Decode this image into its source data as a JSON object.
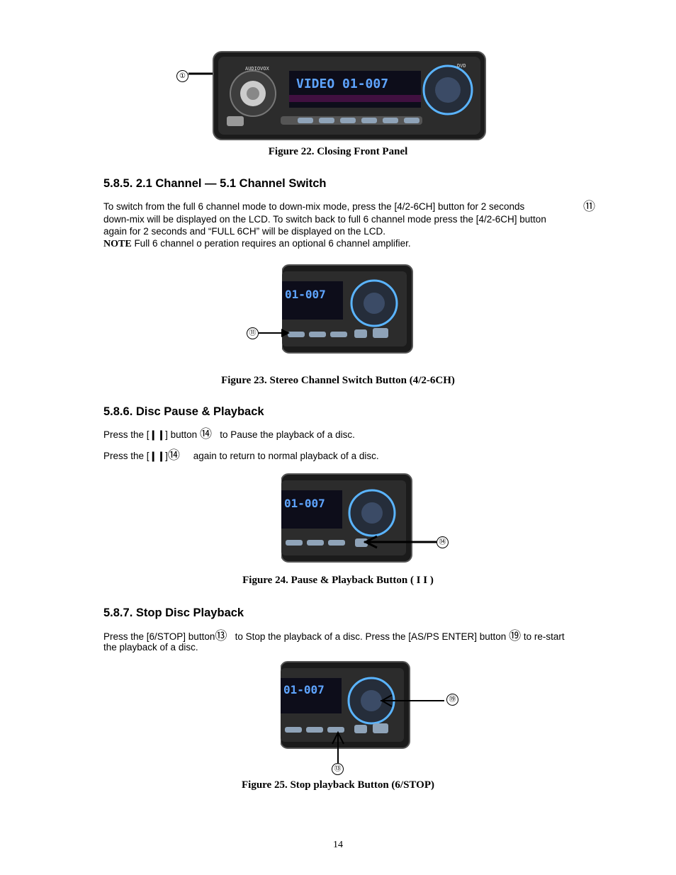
{
  "figures": {
    "fig22": {
      "caption": "Figure 22. Closing Front Panel",
      "callout": "①",
      "brand": "AUDIOVOX",
      "lcd_text": "VIDEO 01-007",
      "dvd_badge": "DVD"
    },
    "fig23": {
      "caption": "Figure 23. Stereo Channel Switch Button (4/2-6CH)",
      "callout": "⑪",
      "lcd_text": "01-007"
    },
    "fig24": {
      "caption": "Figure 24. Pause & Playback Button ( I I )",
      "callout": "⑭",
      "lcd_text": "01-007"
    },
    "fig25": {
      "caption": "Figure 25. Stop playback Button (6/STOP)",
      "callout_top": "⑲",
      "callout_bottom": "⑬",
      "lcd_text": "01-007"
    }
  },
  "section_585": {
    "heading": "5.8.5.  2.1 Channel  —  5.1 Channel Switch",
    "line1": "To switch from the full 6  channel  mode  to  down-mix  mode,  press  the  [4/2-6CH]  button  for  2  seconds",
    "line1_ref": "⑪",
    "line2": "down-mix will be displayed on the LCD.  To switch back to full 6 channel mode press the [4/2-6CH] button",
    "line3": "again for 2 seconds and  “FULL 6CH” will be displayed on the LCD.",
    "note_label": "NOTE",
    "note_text": " Full 6 channel o peration requires an optional 6 channel amplifier."
  },
  "section_586": {
    "heading": "5.8.6.  Disc Pause & Playback",
    "line1_a": "Press the [",
    "line1_sym": "❙❙",
    "line1_b": "] button",
    "line1_ref": "⑭",
    "line1_c": "to Pause the playback of a disc.",
    "line2_a": "Press the [",
    "line2_sym": "❙❙",
    "line2_b": "]",
    "line2_ref": "⑭",
    "line2_c": "again to return to normal playback of a disc."
  },
  "section_587": {
    "heading": "5.8.7.  Stop Disc Playback",
    "line1_a": "Press the [6/STOP] button",
    "line1_ref": "⑬",
    "line1_b": "to Stop the playback of a disc.   Press the [AS/PS ENTER] button",
    "line1_ref2": "⑲",
    "line1_c": "to re-start",
    "line2": "the playback of a disc."
  },
  "page_number": "14"
}
